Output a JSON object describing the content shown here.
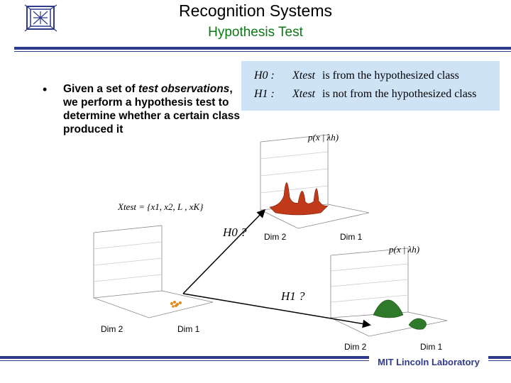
{
  "header": {
    "title": "Recognition Systems",
    "subtitle": "Hypothesis Test"
  },
  "bullet": {
    "marker": "•",
    "text_parts": [
      "Given a set of ",
      "test observations",
      ", we perform a hypothesis test to determine whether a certain class produced it"
    ]
  },
  "hypotheses": {
    "h0": {
      "symbol": "H0 :",
      "var": "Xtest",
      "text": "is from the hypothesized class"
    },
    "h1": {
      "symbol": "H1 :",
      "var": "Xtest",
      "text": "is not from the hypothesized class"
    }
  },
  "figure": {
    "test_set_label": "Xtest = {x1, x2, L , xK}",
    "h0_query": "H0 ?",
    "h1_query": "H1 ?",
    "top_plot_label": "p(x | λh)",
    "bottom_plot_label": "p(x | λh)",
    "dim2": "Dim 2",
    "dim1": "Dim 1",
    "colors": {
      "top_surface": "#c03a1a",
      "bottom_surface": "#2f7a2a",
      "test_points": "#e08a1a"
    }
  },
  "footer": {
    "lab": "MIT Lincoln Laboratory"
  }
}
